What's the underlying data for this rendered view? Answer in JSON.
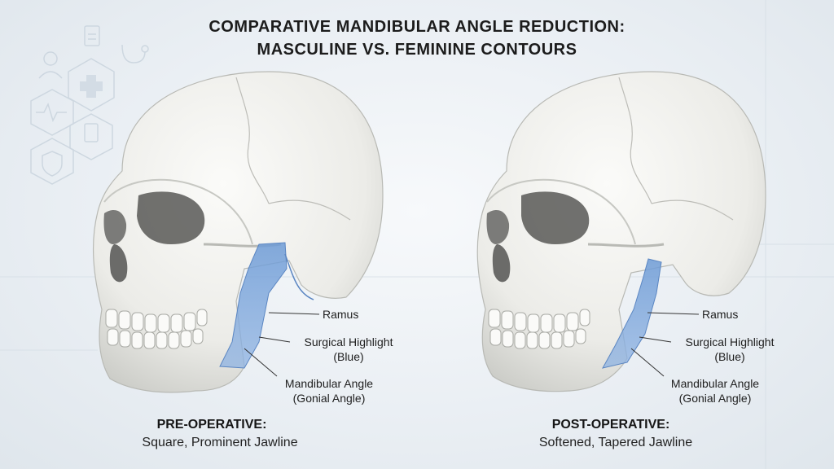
{
  "title": {
    "line1": "COMPARATIVE MANDIBULAR ANGLE REDUCTION:",
    "line2": "MASCULINE VS. FEMININE CONTOURS"
  },
  "panels": [
    {
      "heading": "PRE-OPERATIVE:",
      "subheading": "Square, Prominent Jawline",
      "labels": {
        "ramus": "Ramus",
        "highlight_1": "Surgical Highlight",
        "highlight_2": "(Blue)",
        "angle_1": "Mandibular Angle",
        "angle_2": "(Gonial Angle)"
      }
    },
    {
      "heading": "POST-OPERATIVE:",
      "subheading": "Softened, Tapered Jawline",
      "labels": {
        "ramus": "Ramus",
        "highlight_1": "Surgical Highlight",
        "highlight_2": "(Blue)",
        "angle_1": "Mandibular Angle",
        "angle_2": "(Gonial Angle)"
      }
    }
  ],
  "colors": {
    "highlight": "#7fa7d9",
    "bone": "#f1f1ee",
    "bone_shadow": "#c9cac6"
  },
  "icons": [
    "clipboard-icon",
    "stethoscope-icon",
    "doctor-icon",
    "medical-cross-icon",
    "heartbeat-icon",
    "document-icon",
    "shield-cross-icon"
  ]
}
